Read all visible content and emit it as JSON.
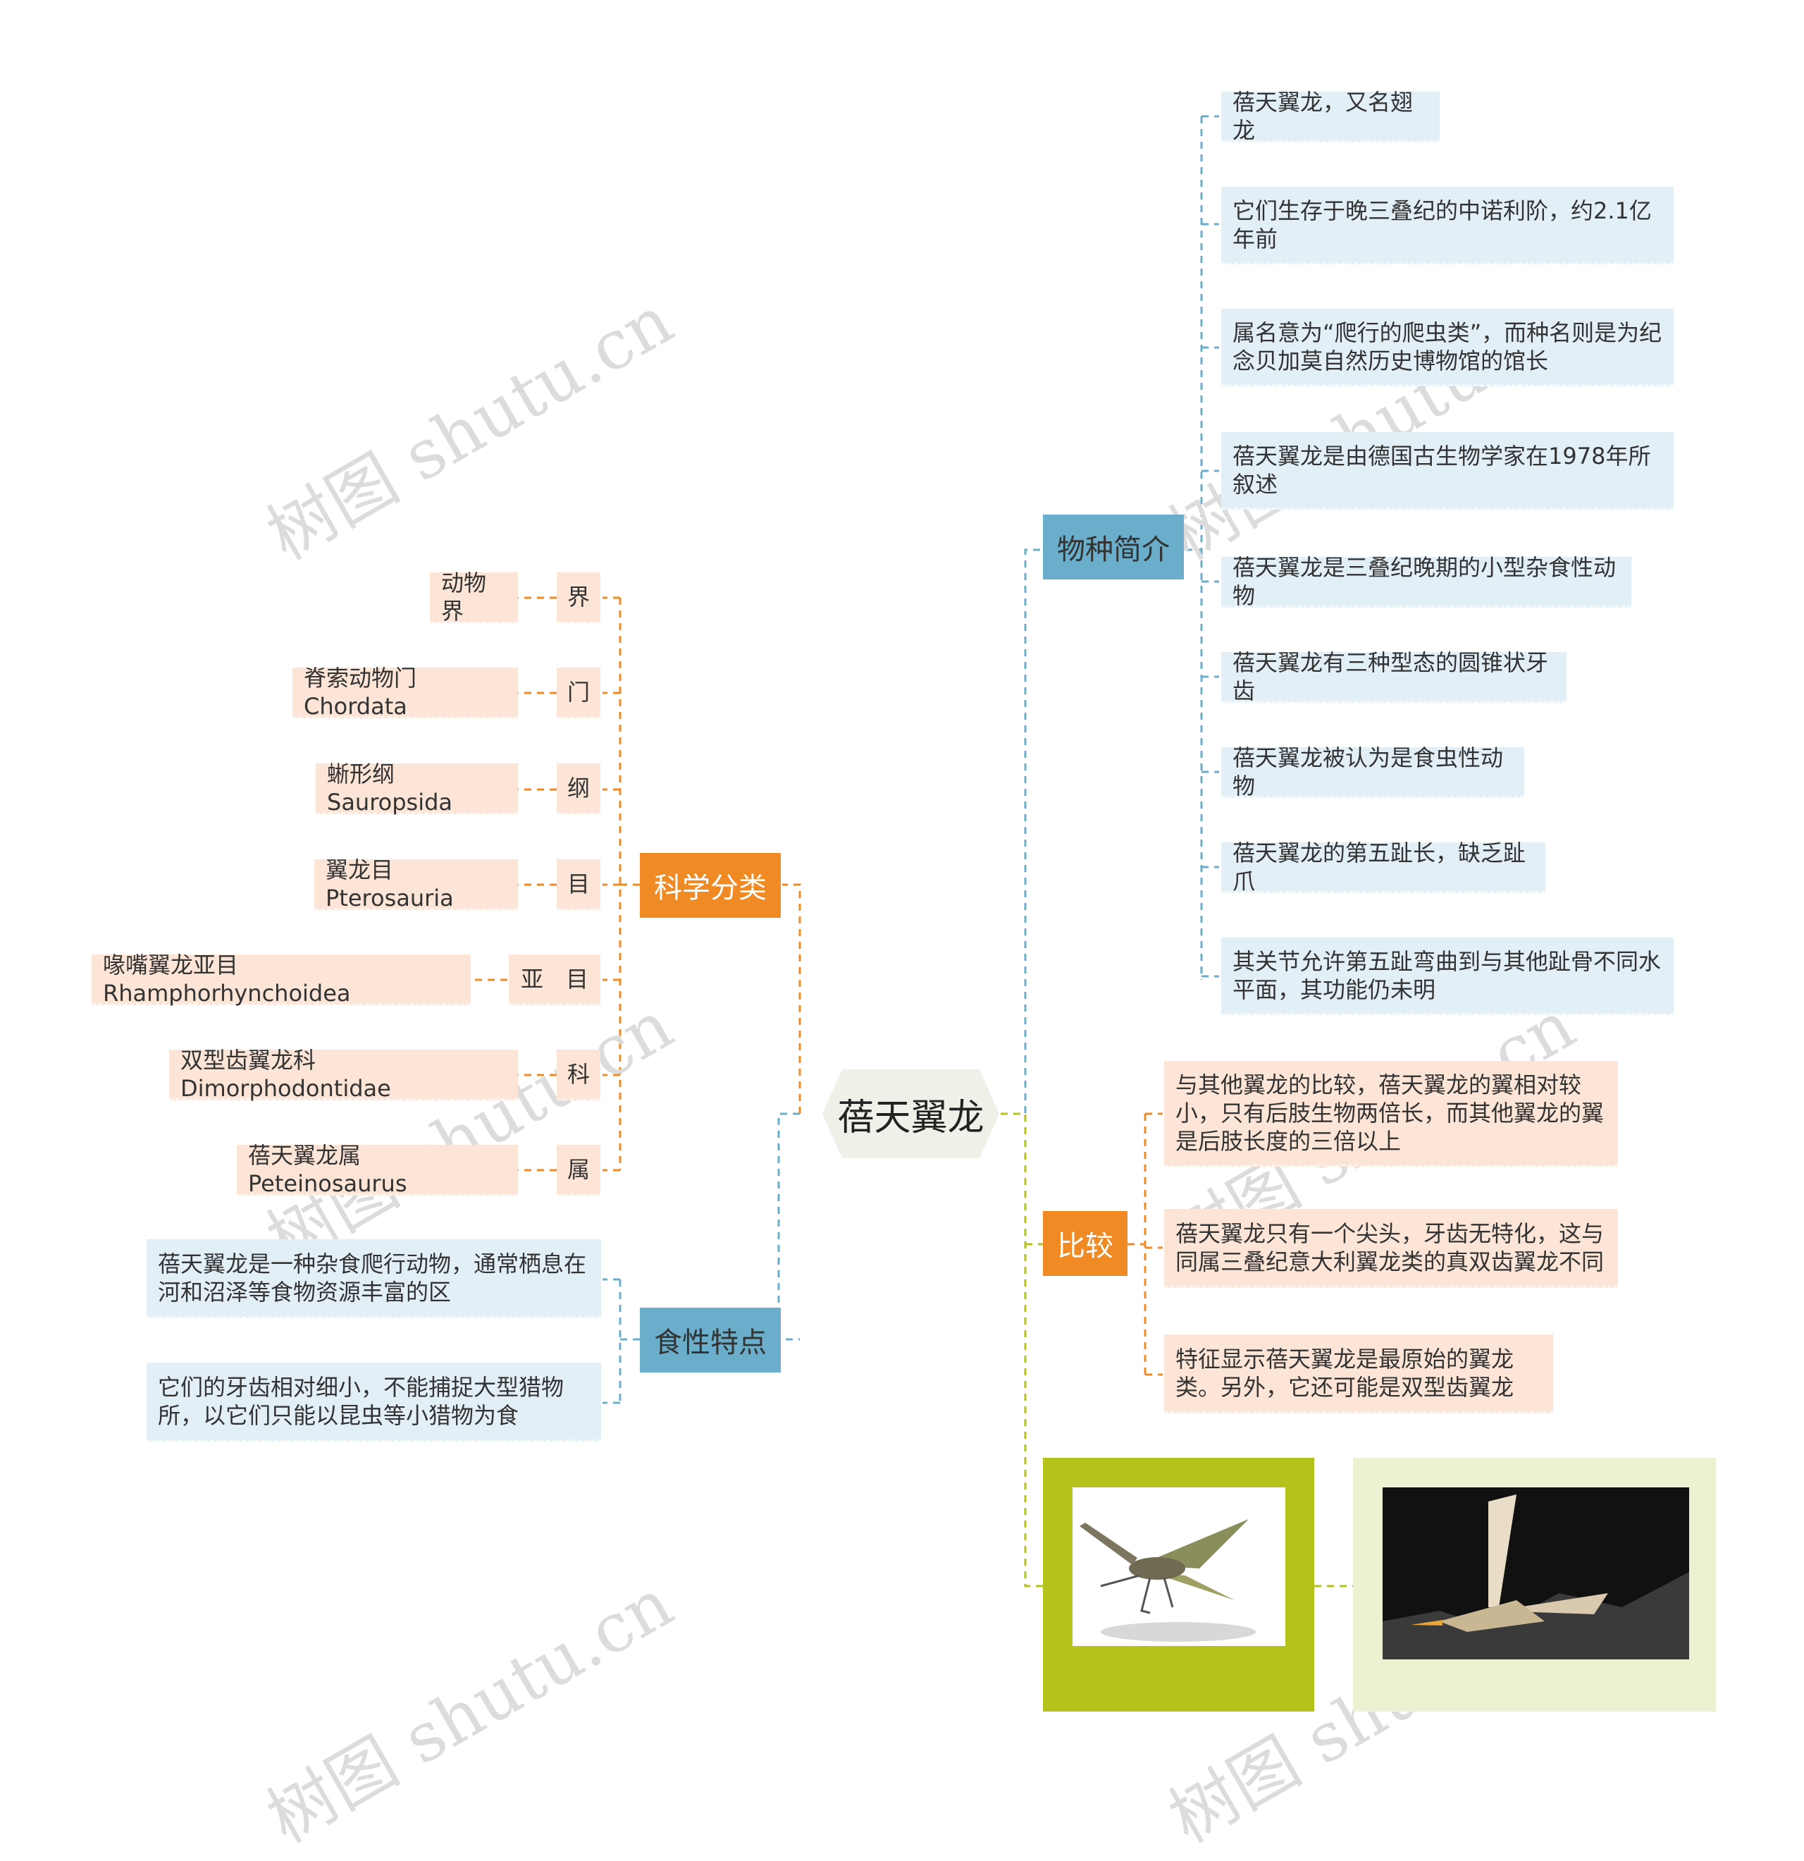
{
  "root": {
    "title": "蓓天翼龙"
  },
  "branches": {
    "species": {
      "title": "物种简介",
      "items": [
        "蓓天翼龙，又名翅龙",
        "它们生存于晚三叠纪的中诺利阶，约2.1亿年前",
        "属名意为“爬行的爬虫类”，而种名则是为纪念贝加莫自然历史博物馆的馆长",
        "蓓天翼龙是由德国古生物学家在1978年所叙述",
        "蓓天翼龙是三叠纪晚期的小型杂食性动物",
        "蓓天翼龙有三种型态的圆锥状牙齿",
        "蓓天翼龙被认为是食虫性动物",
        "蓓天翼龙的第五趾长，缺乏趾爪",
        "其关节允许第五趾弯曲到与其他趾骨不同水平面，其功能仍未明"
      ]
    },
    "taxonomy": {
      "title": "科学分类",
      "items": [
        {
          "rank": "界",
          "value": "动物界"
        },
        {
          "rank": "门",
          "value": "脊索动物门Chordata"
        },
        {
          "rank": "纲",
          "value": "蜥形纲Sauropsida"
        },
        {
          "rank": "目",
          "value": "翼龙目Pterosauria"
        },
        {
          "rank": "亚　目",
          "value": "喙嘴翼龙亚目Rhamphorhynchoidea"
        },
        {
          "rank": "科",
          "value": "双型齿翼龙科Dimorphodontidae"
        },
        {
          "rank": "属",
          "value": "蓓天翼龙属 Peteinosaurus"
        }
      ]
    },
    "diet": {
      "title": "食性特点",
      "items": [
        "蓓天翼龙是一种杂食爬行动物，通常栖息在河和沼泽等食物资源丰富的区",
        "它们的牙齿相对细小，不能捕捉大型猎物所，以它们只能以昆虫等小猎物为食"
      ]
    },
    "compare": {
      "title": "比较",
      "items": [
        "与其他翼龙的比较，蓓天翼龙的翼相对较小，只有后肢生物两倍长，而其他翼龙的翼是后肢长度的三倍以上",
        "蓓天翼龙只有一个尖头，牙齿无特化，这与同属三叠纪意大利翼龙类的真双齿翼龙不同",
        "特征显示蓓天翼龙是最原始的翼龙类。另外，它还可能是双型齿翼龙"
      ]
    }
  },
  "watermark": "树图 shutu.cn",
  "colors": {
    "blue": "#6aaecb",
    "orange": "#f08a24",
    "green": "#b5c21c",
    "light_blue": "#e2eff6",
    "peach": "#fce4d6",
    "light_green": "#eef0d2"
  }
}
